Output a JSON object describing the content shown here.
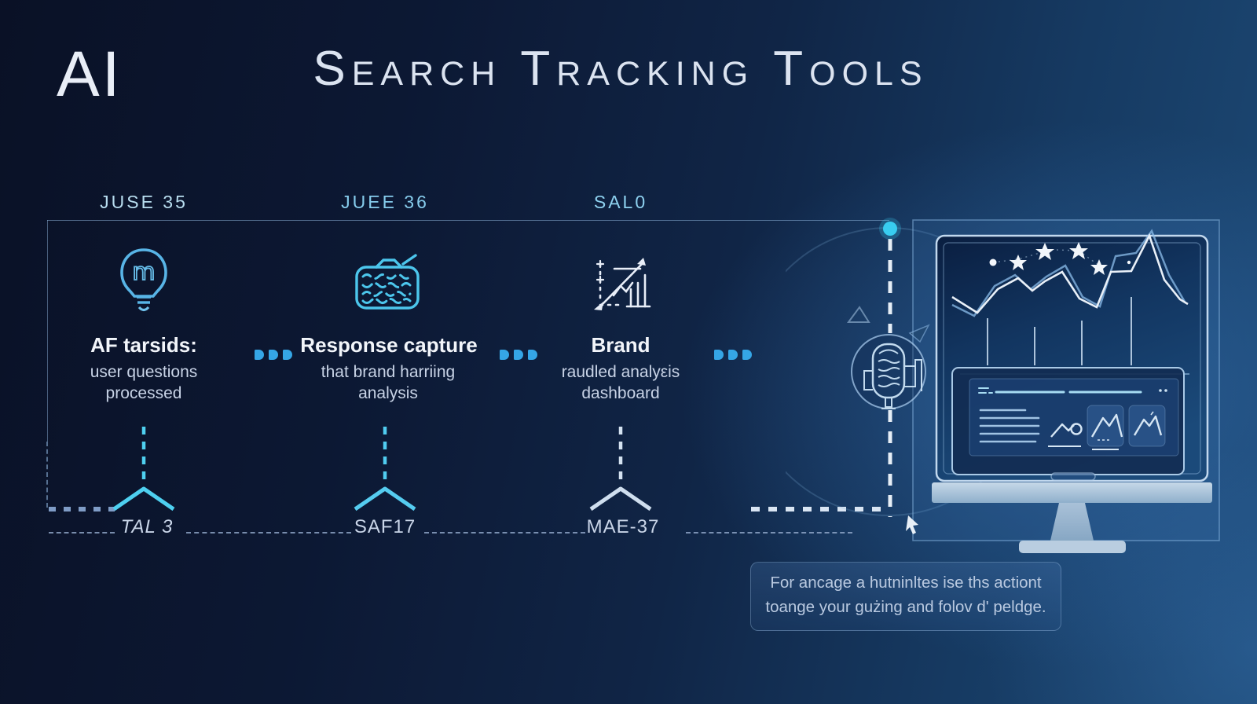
{
  "header": {
    "logo": "AI",
    "title": "Search Tracking Tools"
  },
  "columns": [
    {
      "top_label": "JUSE 35",
      "icon": "lightbulb-idea-icon",
      "title": "AF tarsids:",
      "sub_line1": "user questions",
      "sub_line2": "processed"
    },
    {
      "top_label": "JUEE 36",
      "icon": "response-capture-radio-icon",
      "title": "Response capture",
      "sub_line1": "that brand harriing",
      "sub_line2": "analysis"
    },
    {
      "top_label": "SAL0",
      "icon": "growth-chart-icon",
      "title": "Brand",
      "sub_line1": "raudled analyεis",
      "sub_line2": "dashboard"
    }
  ],
  "timeline": {
    "bottom_labels": [
      "TAL 3",
      "SAF17",
      "MAE-37"
    ]
  },
  "caption": {
    "line1": "For ancage a hutninltes ise ths actiont",
    "line2": "toange your gużing and folov d' peldge."
  },
  "illustration_icons": [
    "monitor-dashboard-icon",
    "microphone-icon",
    "stars-constellation-icon",
    "line-chart-icon",
    "mountain-thumbnails-icon",
    "cursor-arrow-icon"
  ],
  "colors": {
    "background_dark": "#0a1126",
    "background_light": "#1d4a76",
    "accent_cyan": "#4fd0f0",
    "connector_dot_blue": "#35a6e6",
    "timeline_white": "#dfe9f6",
    "node_dot_cyan": "#38cdf0",
    "title_text": "#dbe3f0",
    "heading_text": "#f2f5fa",
    "subtext": "#c8d3e6",
    "top_label_cyan": "#8ed2f0"
  }
}
